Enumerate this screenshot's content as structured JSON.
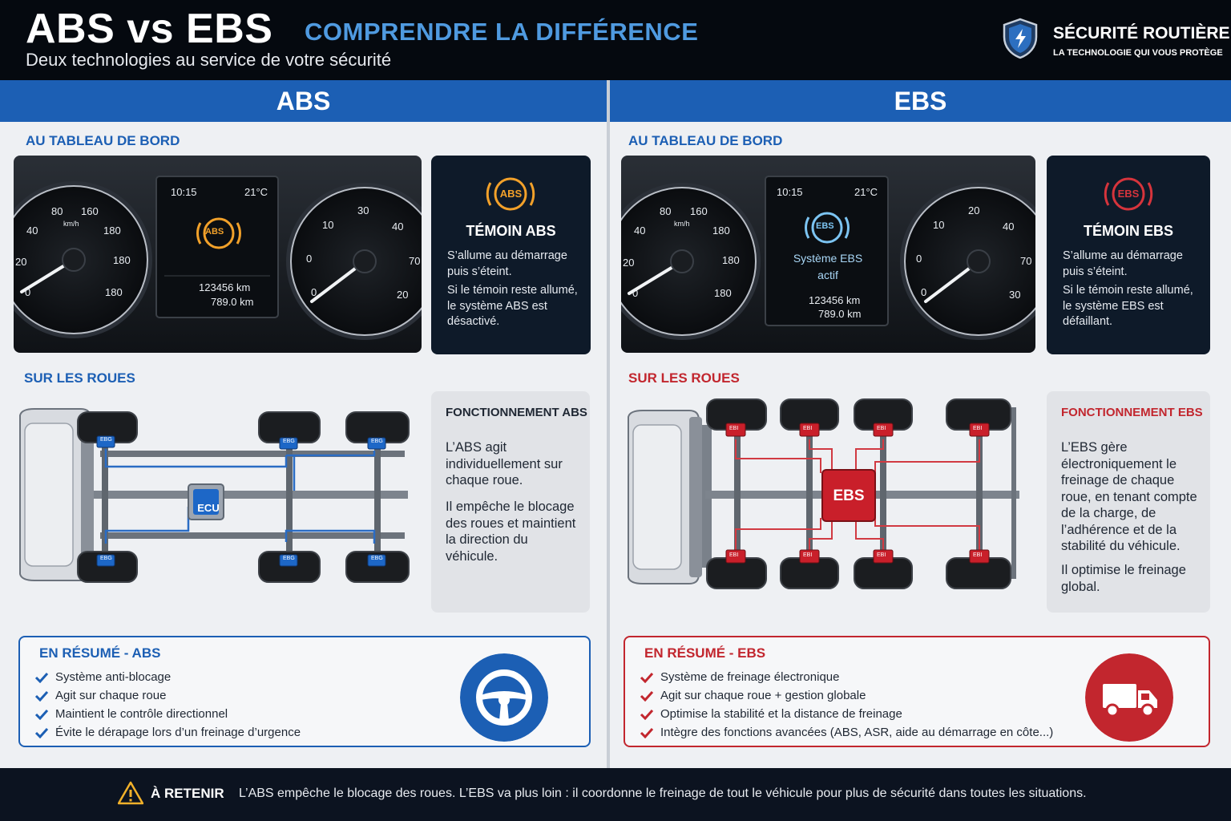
{
  "header": {
    "title": "ABS vs EBS",
    "subtitle": "COMPRENDRE LA DIFFÉRENCE",
    "tagline": "Deux technologies au service de votre sécurité",
    "brand_name": "SÉCURITÉ ROUTIÈRE",
    "brand_tagline": "LA TECHNOLOGIE QUI VOUS PROTÈGE"
  },
  "abs": {
    "column_title": "ABS",
    "dashboard_title": "AU TABLEAU DE BORD",
    "dashboard": {
      "time": "10:15",
      "temp": "21°C",
      "odometer": "123456  km",
      "trip": "789.0  km",
      "icon_label": "ABS",
      "left_gauge_ticks": [
        "80",
        "160",
        "40",
        "180",
        "20",
        "180",
        "0",
        "180"
      ],
      "left_gauge_unit": "km/h",
      "right_gauge_ticks": [
        "30",
        "10",
        "40",
        "0",
        "70",
        "0",
        "20"
      ]
    },
    "witness": {
      "icon_label": "ABS",
      "title": "TÉMOIN ABS",
      "line1": "S’allume au démarrage puis s’éteint.",
      "line2": "Si le témoin reste allumé, le système ABS est désactivé."
    },
    "wheels_title": "SUR LES ROUES",
    "diagram": {
      "ecu_label": "ECU",
      "sensor_label": "EBG"
    },
    "function": {
      "title": "FONCTIONNEMENT ABS",
      "p1": "L’ABS agit individuellement sur chaque roue.",
      "p2": "Il empêche le blocage des roues et maintient la direction du véhicule."
    },
    "summary": {
      "title": "EN RÉSUMÉ - ABS",
      "items": [
        "Système anti-blocage",
        "Agit sur chaque roue",
        "Maintient le contrôle directionnel",
        "Évite le dérapage lors d’un freinage d’urgence"
      ],
      "badge_icon": "steering-wheel"
    }
  },
  "ebs": {
    "column_title": "EBS",
    "dashboard_title": "AU TABLEAU DE BORD",
    "dashboard": {
      "time": "10:15",
      "temp": "21°C",
      "odometer": "123456  km",
      "trip": "789.0  km",
      "icon_label": "EBS",
      "status": "Système EBS actif",
      "left_gauge_ticks": [
        "80",
        "160",
        "40",
        "180",
        "20",
        "180",
        "0",
        "180"
      ],
      "left_gauge_unit": "km/h",
      "right_gauge_ticks": [
        "20",
        "10",
        "40",
        "0",
        "70",
        "0",
        "30"
      ]
    },
    "witness": {
      "icon_label": "EBS",
      "title": "TÉMOIN EBS",
      "line1": "S’allume au démarrage puis s’éteint.",
      "line2": "Si le témoin reste allumé, le système EBS est défaillant."
    },
    "wheels_title": "SUR LES ROUES",
    "diagram": {
      "ecu_label": "EBS",
      "sensor_label": "EBI"
    },
    "function": {
      "title": "FONCTIONNEMENT EBS",
      "p1": "L’EBS gère électroniquement le freinage de chaque roue, en tenant compte de la charge, de l’adhérence et de la stabilité du véhicule.",
      "p2": "Il optimise le freinage global."
    },
    "summary": {
      "title": "EN RÉSUMÉ - EBS",
      "items": [
        "Système de freinage électronique",
        "Agit sur chaque roue + gestion globale",
        "Optimise la stabilité et la distance de freinage",
        "Intègre des fonctions avancées (ABS, ASR, aide au démarrage en côte...)"
      ],
      "badge_icon": "truck"
    }
  },
  "footer": {
    "label": "À RETENIR",
    "text": "L’ABS empêche le blocage des roues. L’EBS va plus loin : il coordonne le freinage de tout le véhicule pour plus de sécurité dans toutes les situations."
  },
  "colors": {
    "abs_blue": "#1c5fb4",
    "ebs_red": "#c2262e",
    "abs_amber": "#f2a12a",
    "ebs_sky": "#7cc4f2"
  }
}
